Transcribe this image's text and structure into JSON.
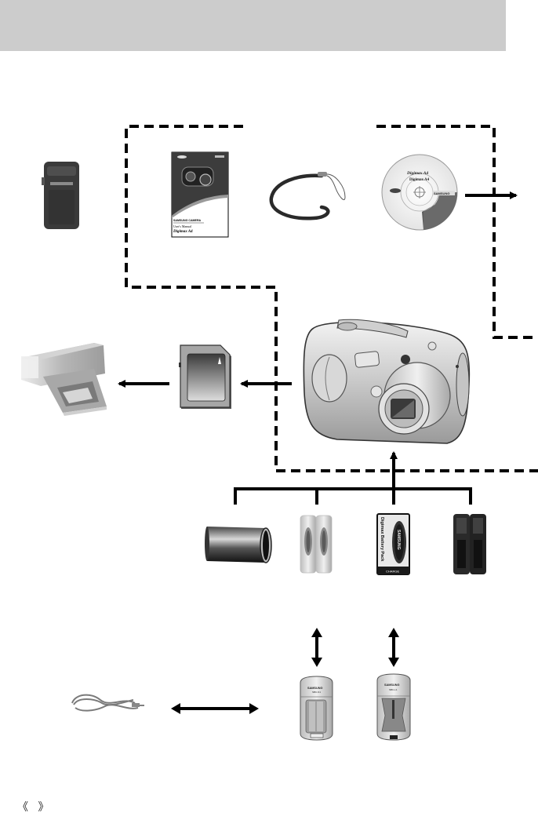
{
  "page": {
    "header_bar_color": "#cccccc",
    "footer_text": "《 》"
  },
  "items": {
    "camera_case": {
      "label": ""
    },
    "user_manual": {
      "brand": "SAMSUNG CAMERA",
      "title": "User's Manual",
      "model": "Digimax A4"
    },
    "strap": {
      "label": ""
    },
    "software_cd": {
      "title": "Digimax A4",
      "subtitle": "Digimax A4",
      "brand": "SAMSUNG"
    },
    "camera": {
      "label": ""
    },
    "sd_card": {
      "label": ""
    },
    "printer": {
      "label": ""
    },
    "batteries": [
      {
        "type": "lithium-cr-v3",
        "text": ""
      },
      {
        "type": "aa-alkaline-silver",
        "text": ""
      },
      {
        "type": "battery-pack",
        "text": "Digimax Battery Pack",
        "brand": "SAMSUNG",
        "footer": "CHARGE"
      },
      {
        "type": "aa-nimh-dark",
        "text": ""
      }
    ],
    "chargers": [
      {
        "brand": "SAMSUNG",
        "model": "SBC-N1"
      },
      {
        "brand": "SAMSUNG",
        "model": "SBC-L1"
      }
    ],
    "ac_cord": {
      "label": ""
    }
  },
  "colors": {
    "line": "#000000",
    "metal_light": "#e6e6e6",
    "metal_mid": "#b0b0b0",
    "dark": "#2a2a2a"
  }
}
